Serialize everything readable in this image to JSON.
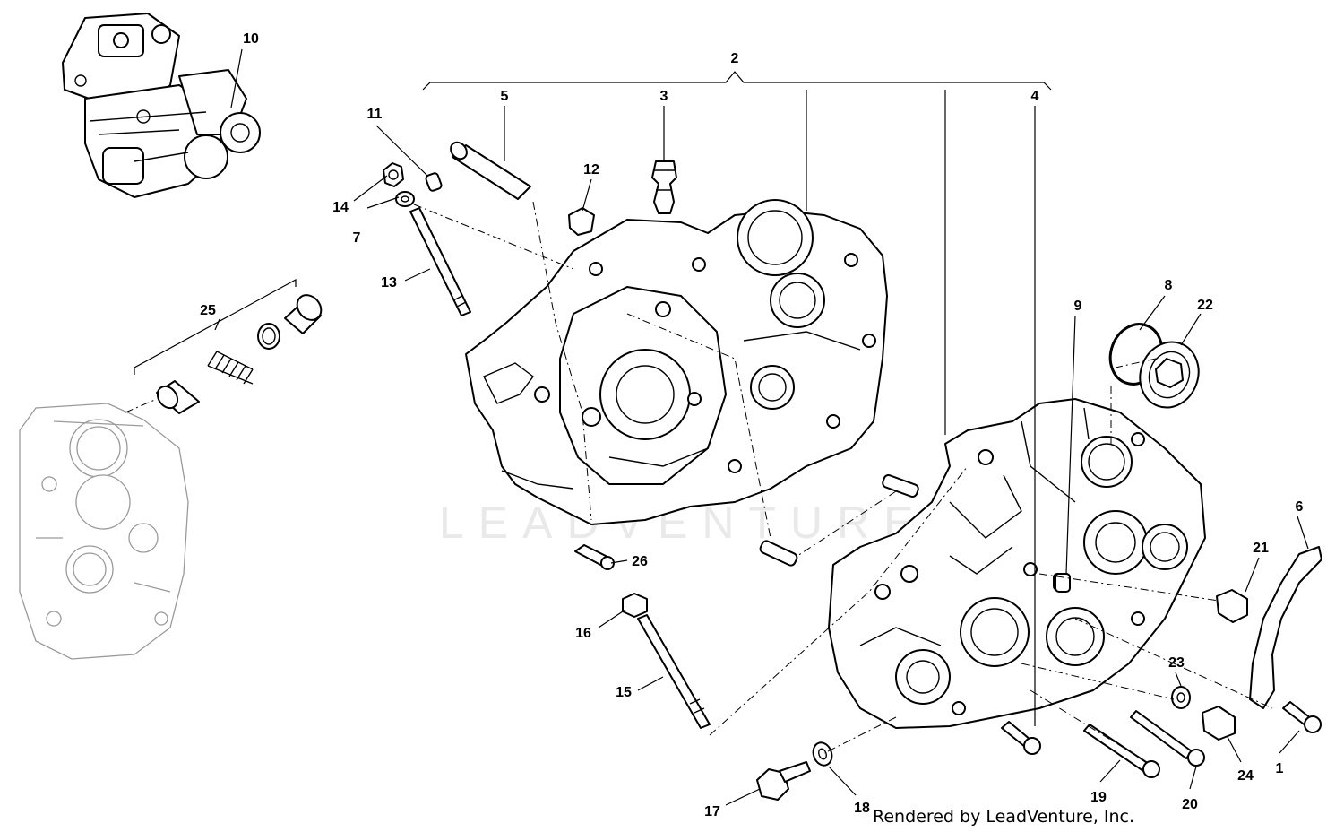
{
  "watermark": "LEADVENTURE",
  "credit": "Rendered by LeadVenture, Inc.",
  "callouts": [
    "1",
    "2",
    "3",
    "4",
    "5",
    "6",
    "7",
    "8",
    "9",
    "10",
    "11",
    "12",
    "13",
    "14",
    "15",
    "16",
    "17",
    "18",
    "19",
    "20",
    "21",
    "22",
    "23",
    "24",
    "25",
    "26"
  ]
}
